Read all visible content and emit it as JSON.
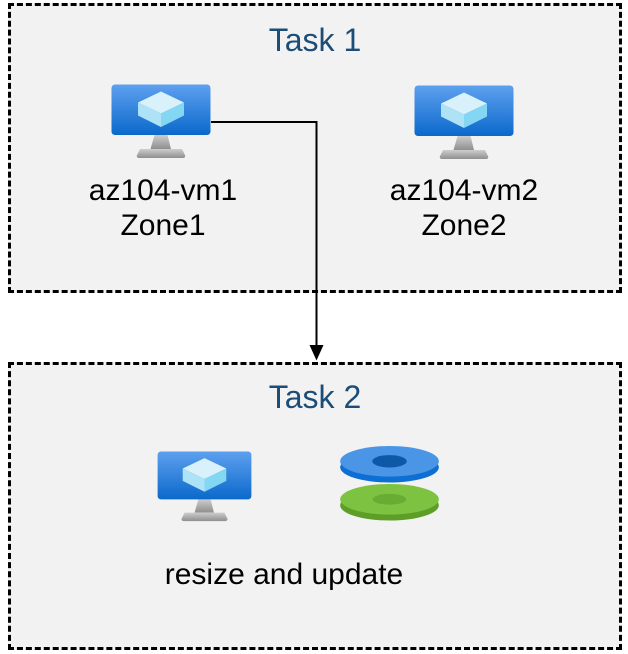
{
  "task1": {
    "title": "Task 1",
    "vms": [
      {
        "icon": "virtual-machine-icon",
        "name": "az104-vm1",
        "zone": "Zone1"
      },
      {
        "icon": "virtual-machine-icon",
        "name": "az104-vm2",
        "zone": "Zone2"
      }
    ]
  },
  "connector": {
    "type": "elbow-arrow",
    "from": "az104-vm1",
    "to": "Task 2"
  },
  "task2": {
    "title": "Task 2",
    "icons": [
      {
        "icon": "virtual-machine-icon"
      },
      {
        "icon": "disks-icon"
      }
    ],
    "caption": "resize and update"
  },
  "colors": {
    "box_fill": "#f2f2f2",
    "box_border": "#000000",
    "title_text": "#1c4d77",
    "label_text": "#000000",
    "arrow": "#000000",
    "vm_screen_top": "#5ea0ef",
    "vm_screen_bottom": "#0b69cb",
    "vm_cube_top": "#d8f1fb",
    "vm_cube_left": "#aee3f7",
    "vm_cube_right": "#83d7f3",
    "vm_stand_top": "#cdcdcd",
    "vm_stand_bottom": "#8f8f8f",
    "disk_blue_top": "#4a95e5",
    "disk_blue_side": "#0d6ed3",
    "disk_blue_hole": "#0e59a7",
    "disk_green_top": "#7dc241",
    "disk_green_side": "#5d9e26",
    "disk_green_hole": "#69ac33"
  }
}
